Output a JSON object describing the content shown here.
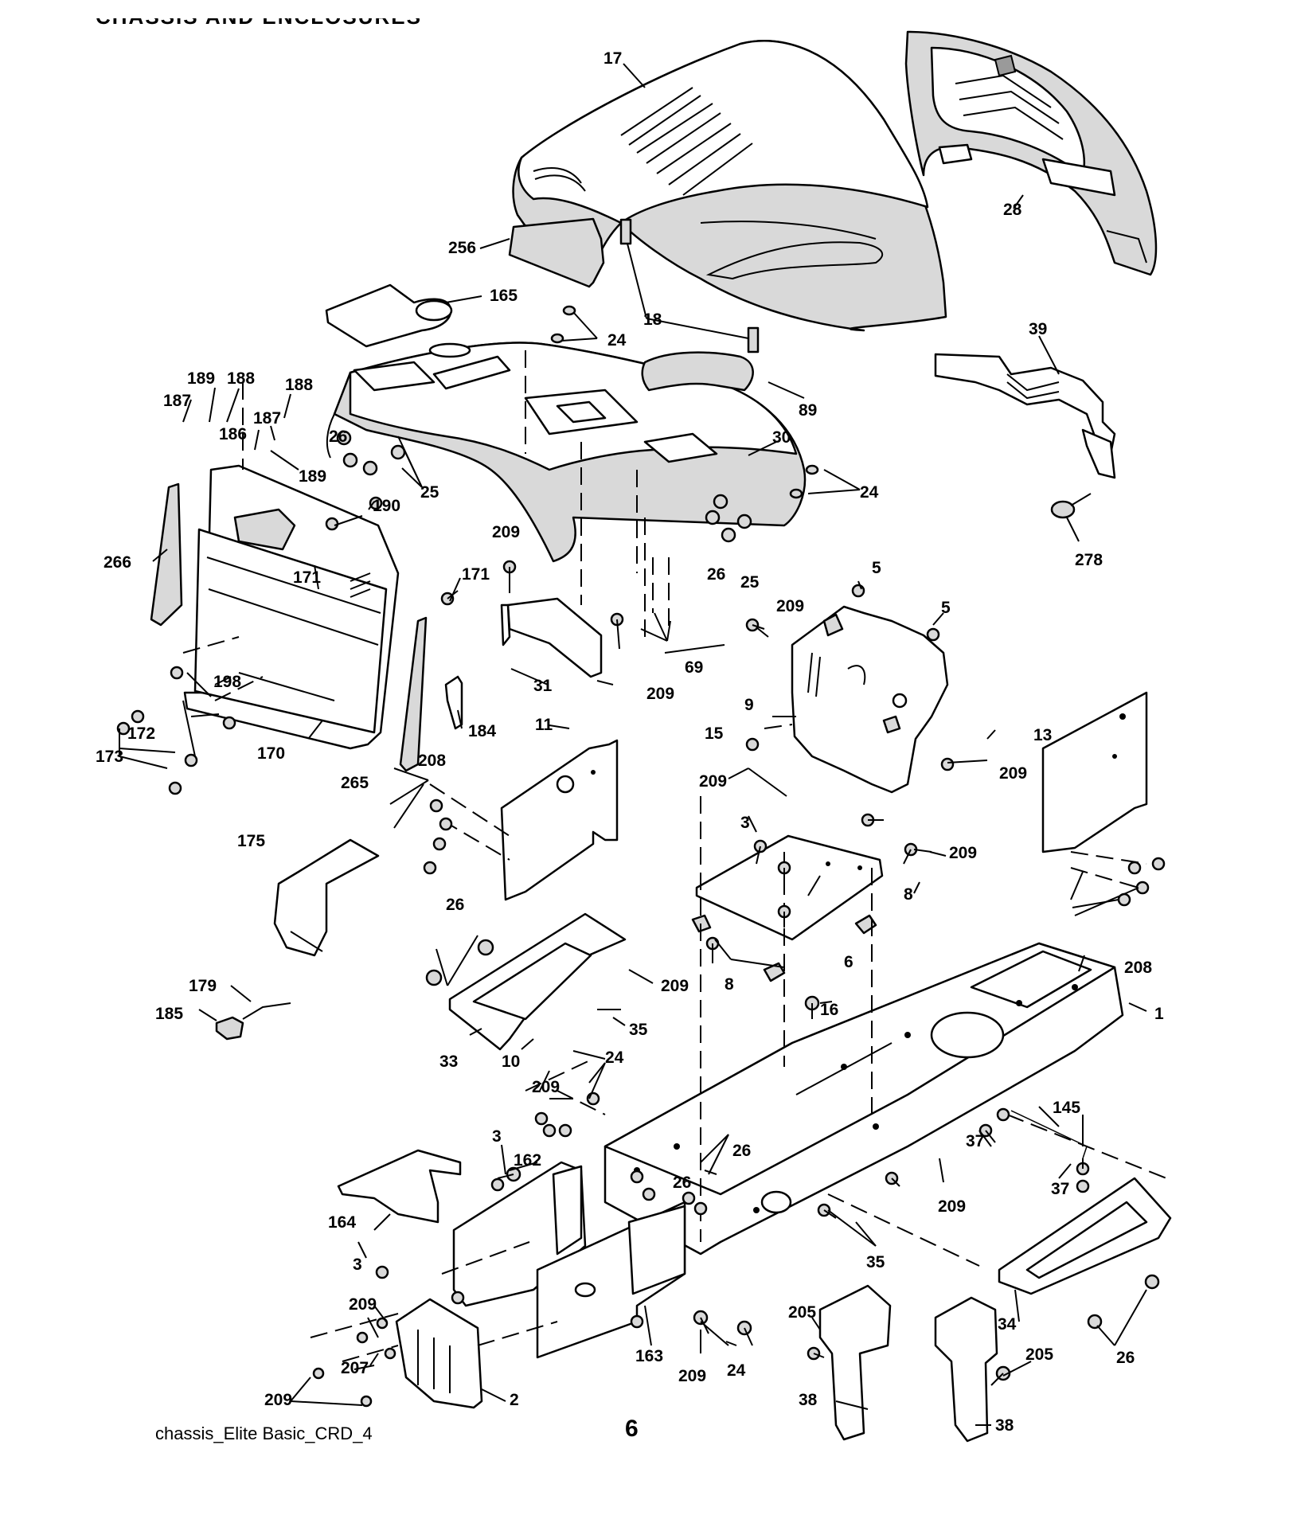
{
  "header": "CHASSIS AND ENCLOSURES",
  "caption": "chassis_Elite Basic_CRD_4",
  "page_number": "6",
  "callouts": {
    "c17": "17",
    "c28": "28",
    "c256": "256",
    "c165": "165",
    "c18": "18",
    "c24a": "24",
    "c39": "39",
    "c89": "89",
    "c30": "30",
    "c189a": "189",
    "c188a": "188",
    "c187a": "187",
    "c188b": "188",
    "c186": "186",
    "c187b": "187",
    "c189b": "189",
    "c26a": "26",
    "c25a": "25",
    "c24b": "24",
    "c190": "190",
    "c266": "266",
    "c171a": "171",
    "c171b": "171",
    "c209a": "209",
    "c26b": "26",
    "c25b": "25",
    "c278": "278",
    "c5a": "5",
    "c5b": "5",
    "c209b": "209",
    "c69": "69",
    "c209c": "209",
    "c31": "31",
    "c9": "9",
    "c198": "198",
    "c172": "172",
    "c173": "173",
    "c170": "170",
    "c184": "184",
    "c11": "11",
    "c15": "15",
    "c13": "13",
    "c265": "265",
    "c208a": "208",
    "c209d": "209",
    "c209e": "209",
    "c3a": "3",
    "c175": "175",
    "c209f": "209",
    "c8a": "8",
    "c26c": "26",
    "c6": "6",
    "c208b": "208",
    "c209g": "209",
    "c8b": "8",
    "c179": "179",
    "c16": "16",
    "c1": "1",
    "c185": "185",
    "c35a": "35",
    "c33": "33",
    "c10": "10",
    "c24c": "24",
    "c209h": "209",
    "c145": "145",
    "c3b": "3",
    "c26d": "26",
    "c37a": "37",
    "c162": "162",
    "c26e": "26",
    "c37b": "37",
    "c164": "164",
    "c209i": "209",
    "c3c": "3",
    "c35b": "35",
    "c209j": "209",
    "c205a": "205",
    "c34": "34",
    "c207": "207",
    "c163": "163",
    "c209k": "209",
    "c24d": "24",
    "c205b": "205",
    "c26f": "26",
    "c38a": "38",
    "c209l": "209",
    "c2": "2",
    "c38b": "38"
  }
}
